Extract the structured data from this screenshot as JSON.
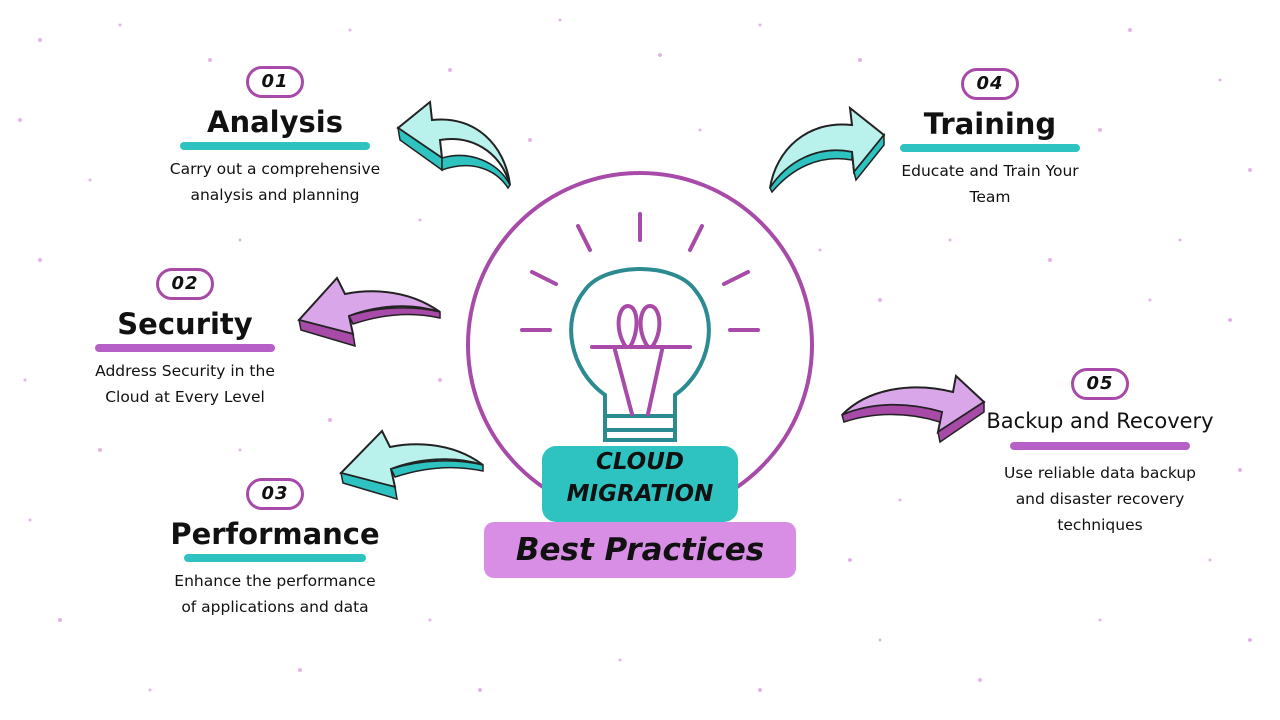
{
  "colors": {
    "teal": "#2ec3c0",
    "teal_light": "#b9f1ec",
    "purple": "#a74aa8",
    "purple_light": "#d98ee6",
    "text": "#111111",
    "background": "#ffffff"
  },
  "center": {
    "line1": "CLOUD",
    "line2": "MIGRATION",
    "subtitle": "Best Practices",
    "icon": "lightbulb-icon"
  },
  "items": [
    {
      "number": "01",
      "title": "Analysis",
      "description_line1": "Carry out a comprehensive",
      "description_line2": "analysis and planning",
      "accent": "teal",
      "arrow": "curved-arrow-left-icon"
    },
    {
      "number": "02",
      "title": "Security",
      "description_line1": "Address Security in the",
      "description_line2": "Cloud at Every Level",
      "accent": "purple",
      "arrow": "curved-arrow-left-icon"
    },
    {
      "number": "03",
      "title": "Performance",
      "description_line1": "Enhance the performance",
      "description_line2": "of applications and data",
      "accent": "teal",
      "arrow": "curved-arrow-left-icon"
    },
    {
      "number": "04",
      "title": "Training",
      "description_line1": "Educate and Train Your",
      "description_line2": "Team",
      "accent": "teal",
      "arrow": "curved-arrow-right-icon"
    },
    {
      "number": "05",
      "title": "Backup and Recovery",
      "description_line1": "Use reliable data backup",
      "description_line2": "and disaster recovery",
      "description_line3": "techniques",
      "accent": "purple",
      "arrow": "curved-arrow-right-icon"
    }
  ]
}
